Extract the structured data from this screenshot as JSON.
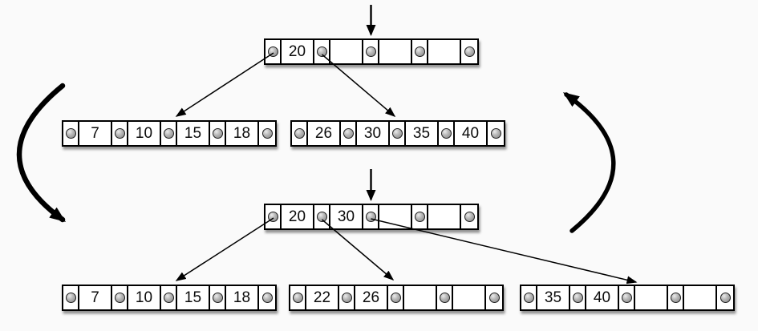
{
  "colors": {
    "background": "#fafafa",
    "node_fill": "#ffffff",
    "node_border": "#000000",
    "pointer_dot": "#8b8b8b",
    "arrow": "#000000"
  },
  "nodes": {
    "top_root": {
      "keys": [
        "20",
        "",
        "",
        ""
      ]
    },
    "top_child_left": {
      "keys": [
        "7",
        "10",
        "15",
        "18"
      ]
    },
    "top_child_right": {
      "keys": [
        "26",
        "30",
        "35",
        "40"
      ]
    },
    "bottom_root": {
      "keys": [
        "20",
        "30",
        "",
        ""
      ]
    },
    "bottom_child_left": {
      "keys": [
        "7",
        "10",
        "15",
        "18"
      ]
    },
    "bottom_child_middle": {
      "keys": [
        "22",
        "26",
        "",
        ""
      ]
    },
    "bottom_child_right": {
      "keys": [
        "35",
        "40",
        "",
        ""
      ]
    }
  },
  "icons": {
    "pointer_dot": "gray-sphere",
    "insertion_arrow": "down-arrow",
    "cycle_arrow_left": "curved-arrow-downward",
    "cycle_arrow_right": "curved-arrow-upward"
  }
}
